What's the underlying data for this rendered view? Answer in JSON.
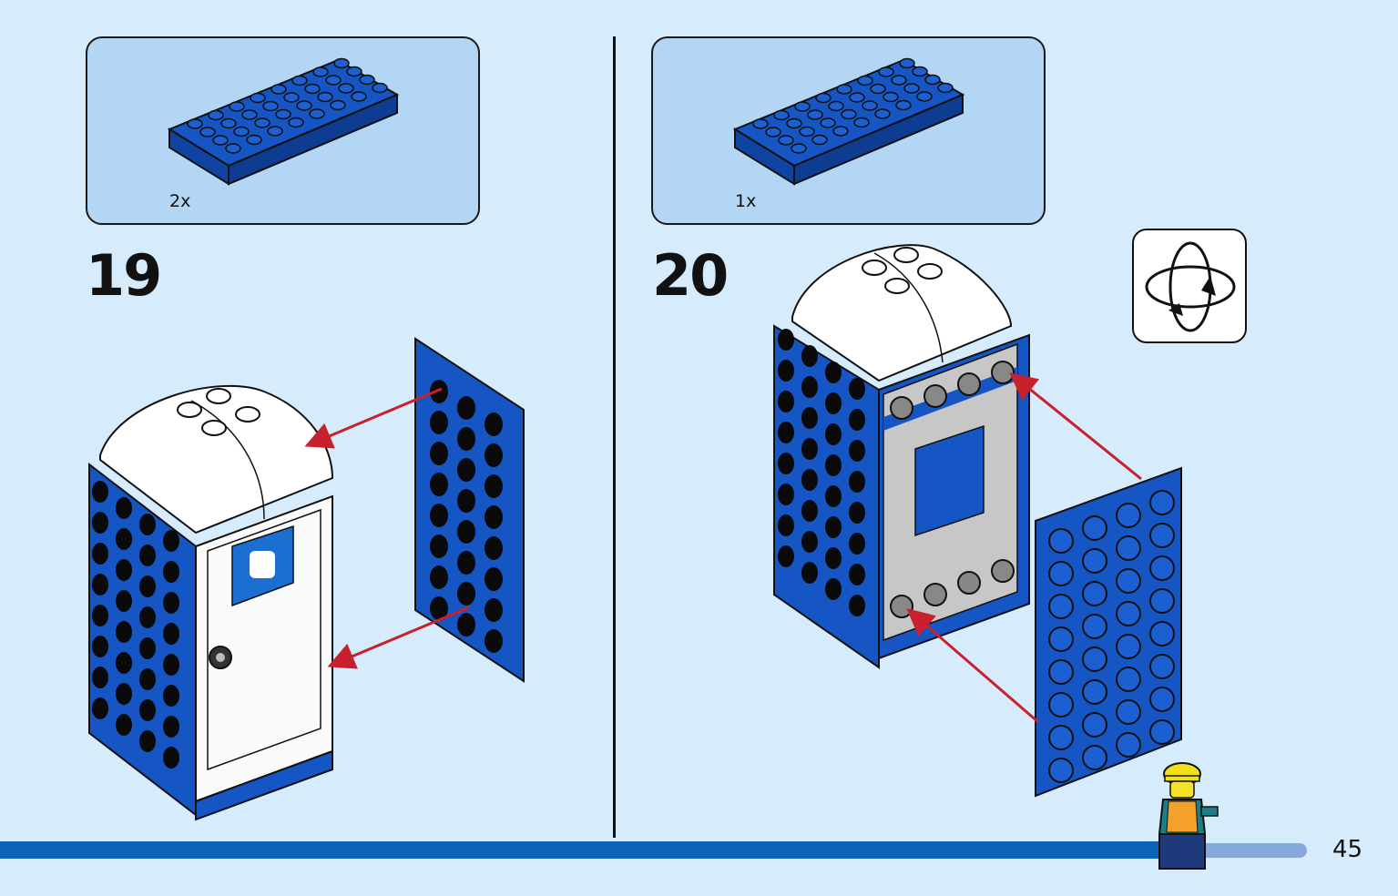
{
  "steps": [
    {
      "number": "19",
      "parts_qty": "2x"
    },
    {
      "number": "20",
      "parts_qty": "1x"
    }
  ],
  "page_number": "45",
  "icons": {
    "rotate": "rotate-model-icon",
    "toilet_sign": "toilet-sign-icon",
    "minifigure": "construction-worker-minifigure"
  },
  "colors": {
    "background": "#d6ebfb",
    "panel": "#b3d6f5",
    "brick_blue": "#1656c4",
    "arrow_red": "#c8202c",
    "bar_blue": "#0b62b8"
  }
}
